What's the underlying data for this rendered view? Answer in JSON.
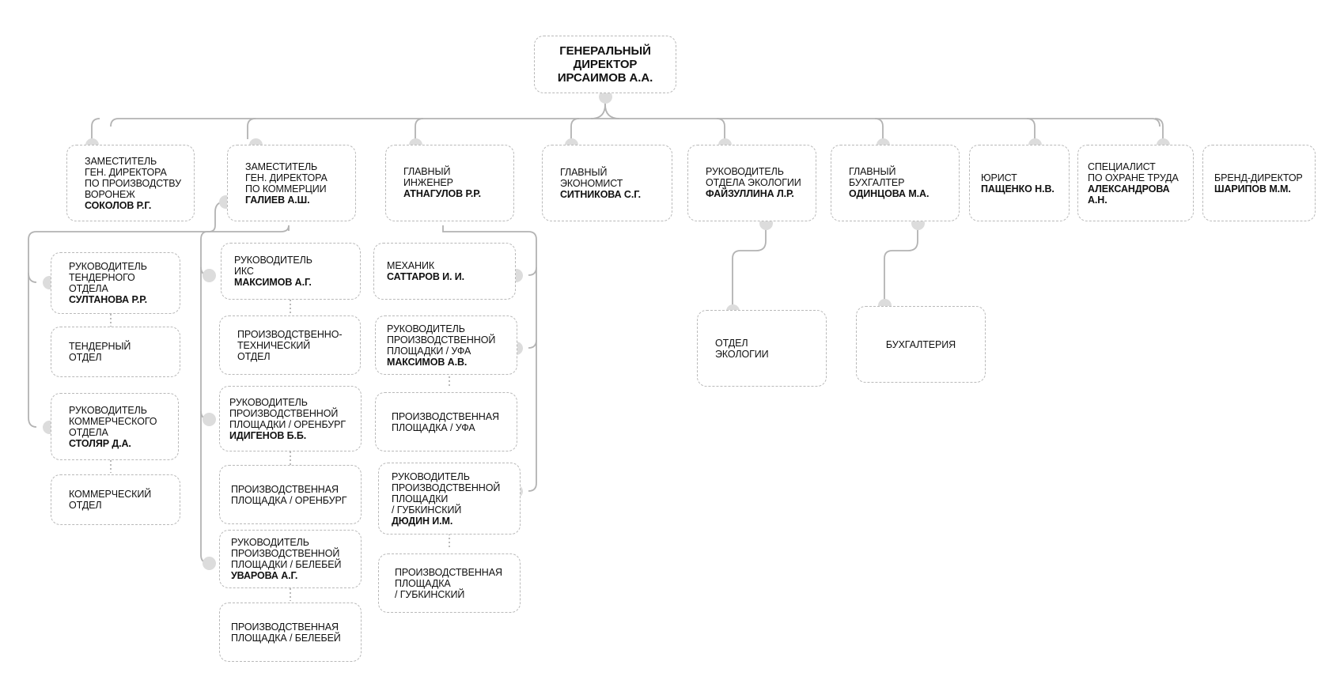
{
  "ceo": {
    "line1": "ГЕНЕРАЛЬНЫЙ",
    "line2": "ДИРЕКТОР",
    "name": "ИРСАИМОВ А.А."
  },
  "level1": {
    "dep_prod": {
      "role": "ЗАМЕСТИТЕЛЬ\nГЕН. ДИРЕКТОРА\nПО ПРОИЗВОДСТВУ\nВОРОНЕЖ",
      "name": "СОКОЛОВ Р.Г."
    },
    "dep_comm": {
      "role": "ЗАМЕСТИТЕЛЬ\nГЕН. ДИРЕКТОРА\nПО КОММЕРЦИИ",
      "name": "ГАЛИЕВ А.Ш."
    },
    "chief_eng": {
      "role": "ГЛАВНЫЙ\nИНЖЕНЕР",
      "name": "АТНАГУЛОВ Р.Р."
    },
    "chief_econ": {
      "role": "ГЛАВНЫЙ\nЭКОНОМИСТ",
      "name": "СИТНИКОВА С.Г."
    },
    "ecology_head": {
      "role": "РУКОВОДИТЕЛЬ\nОТДЕЛА ЭКОЛОГИИ",
      "name": "ФАЙЗУЛЛИНА Л.Р."
    },
    "chief_acc": {
      "role": "ГЛАВНЫЙ\nБУХГАЛТЕР",
      "name": "ОДИНЦОВА М.А."
    },
    "lawyer": {
      "role": "ЮРИСТ",
      "name": "ПАЩЕНКО Н.В."
    },
    "safety": {
      "role": "СПЕЦИАЛИСТ\nПО ОХРАНЕ ТРУДА",
      "name": "АЛЕКСАНДРОВА А.Н."
    },
    "brand": {
      "role": "БРЕНД-ДИРЕКТОР",
      "name": "ШАРИПОВ М.М."
    }
  },
  "commerce_branch": {
    "tender_head": {
      "role": "РУКОВОДИТЕЛЬ\nТЕНДЕРНОГО\nОТДЕЛА",
      "name": "СУЛТАНОВА Р.Р."
    },
    "tender_dept": "ТЕНДЕРНЫЙ\nОТДЕЛ",
    "commercial_head": {
      "role": "РУКОВОДИТЕЛЬ\nКОММЕРЧЕСКОГО\nОТДЕЛА",
      "name": "СТОЛЯР Д.А."
    },
    "commercial_dept": "КОММЕРЧЕСКИЙ\nОТДЕЛ"
  },
  "engineering_branch": {
    "iks_head": {
      "role": "РУКОВОДИТЕЛЬ\nИКС",
      "name": "МАКСИМОВ А.Г."
    },
    "pto_dept": "ПРОИЗВОДСТВЕННО-\nТЕХНИЧЕСКИЙ\nОТДЕЛ",
    "orenburg_head": {
      "role": "РУКОВОДИТЕЛЬ\nПРОИЗВОДСТВЕННОЙ\nПЛОЩАДКИ / ОРЕНБУРГ",
      "name": "ИДИГЕНОВ Б.Б."
    },
    "orenburg_site": "ПРОИЗВОДСТВЕННАЯ\nПЛОЩАДКА / ОРЕНБУРГ",
    "belebey_head": {
      "role": "РУКОВОДИТЕЛЬ\nПРОИЗВОДСТВЕННОЙ\nПЛОЩАДКИ / БЕЛЕБЕЙ",
      "name": "УВАРОВА А.Г."
    },
    "belebey_site": "ПРОИЗВОДСТВЕННАЯ\nПЛОЩАДКА / БЕЛЕБЕЙ",
    "mechanic": {
      "role": "МЕХАНИК",
      "name": "САТТАРОВ И. И."
    },
    "ufa_head": {
      "role": "РУКОВОДИТЕЛЬ\nПРОИЗВОДСТВЕННОЙ\nПЛОЩАДКИ / УФА",
      "name": "МАКСИМОВ А.В."
    },
    "ufa_site": "ПРОИЗВОДСТВЕННАЯ\nПЛОЩАДКА / УФА",
    "gubkinsky_head": {
      "role": "РУКОВОДИТЕЛЬ\nПРОИЗВОДСТВЕННОЙ\nПЛОЩАДКИ\n/ ГУБКИНСКИЙ",
      "name": "ДЮДИН И.М."
    },
    "gubkinsky_site": "ПРОИЗВОДСТВЕННАЯ\nПЛОЩАДКА\n/ ГУБКИНСКИЙ"
  },
  "ecology_dept": "ОТДЕЛ\nЭКОЛОГИИ",
  "accounting_dept": "БУХГАЛТЕРИЯ",
  "colors": {
    "line": "#b3b3b3",
    "dot": "#dcdcdc",
    "border": "#b9b9b9"
  }
}
